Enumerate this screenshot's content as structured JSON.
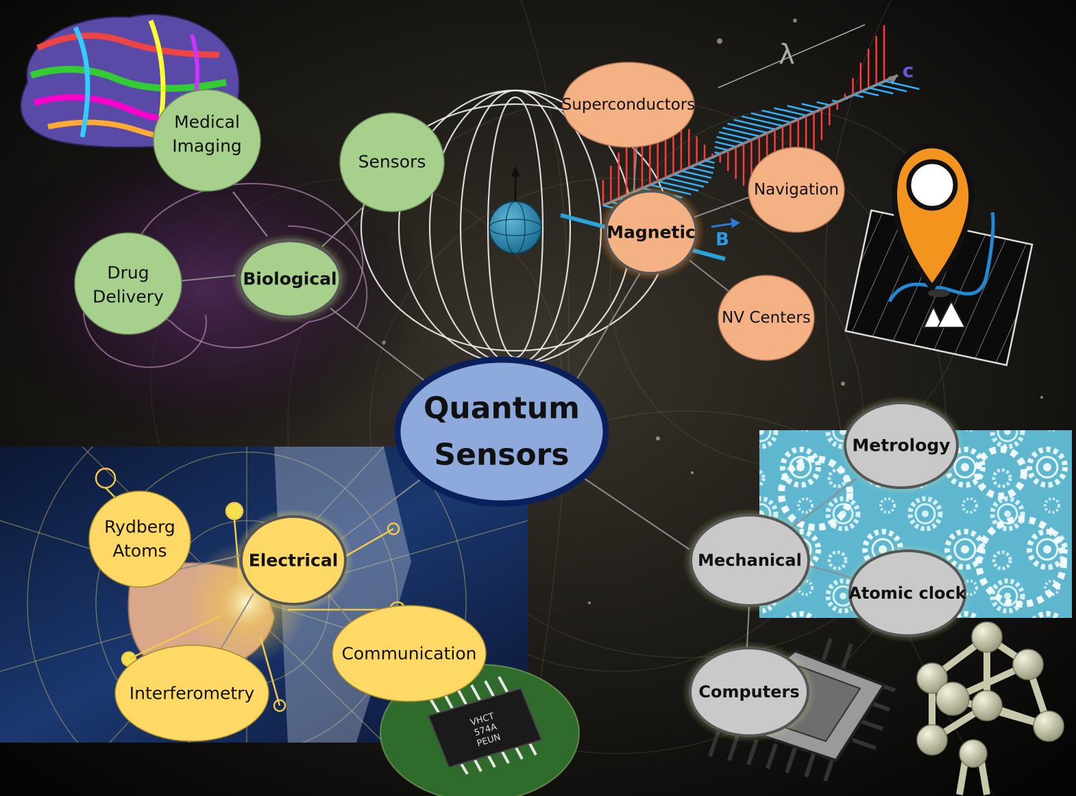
{
  "diagram": {
    "center": {
      "line1": "Quantum",
      "line2": "Sensors"
    },
    "categories": {
      "biological": {
        "label": "Biological",
        "color": "#a8d08d",
        "children": {
          "medical_imaging": {
            "line1": "Medical",
            "line2": "Imaging"
          },
          "sensors": "Sensors",
          "drug_delivery": {
            "line1": "Drug",
            "line2": "Delivery"
          }
        }
      },
      "magnetic": {
        "label": "Magnetic",
        "color": "#f4b183",
        "field_label": "B",
        "children": {
          "superconductors": "Superconductors",
          "navigation": "Navigation",
          "nv_centers": "NV Centers"
        }
      },
      "electrical": {
        "label": "Electrical",
        "color": "#ffd966",
        "children": {
          "rydberg_atoms": {
            "line1": "Rydberg",
            "line2": "Atoms"
          },
          "interferometry": "Interferometry",
          "communication": "Communication"
        }
      },
      "mechanical": {
        "label": "Mechanical",
        "color": "#c9c9c9",
        "children": {
          "metrology": "Metrology",
          "atomic_clock": "Atomic clock",
          "computers": "Computers"
        }
      }
    },
    "wave": {
      "lambda": "λ",
      "c": "c"
    },
    "chip_text": {
      "line1": "VHCT",
      "line2": "574A",
      "line3": "PEUN"
    },
    "icons": [
      "brain-icon",
      "earth-globe-icon",
      "location-pin-icon",
      "gears-icon",
      "microchip-icon",
      "atomium-icon",
      "circuit-board-icon"
    ],
    "colors": {
      "center_fill": "#8ea9db",
      "center_border": "#0a1f5c",
      "node_border": "#555555"
    }
  }
}
